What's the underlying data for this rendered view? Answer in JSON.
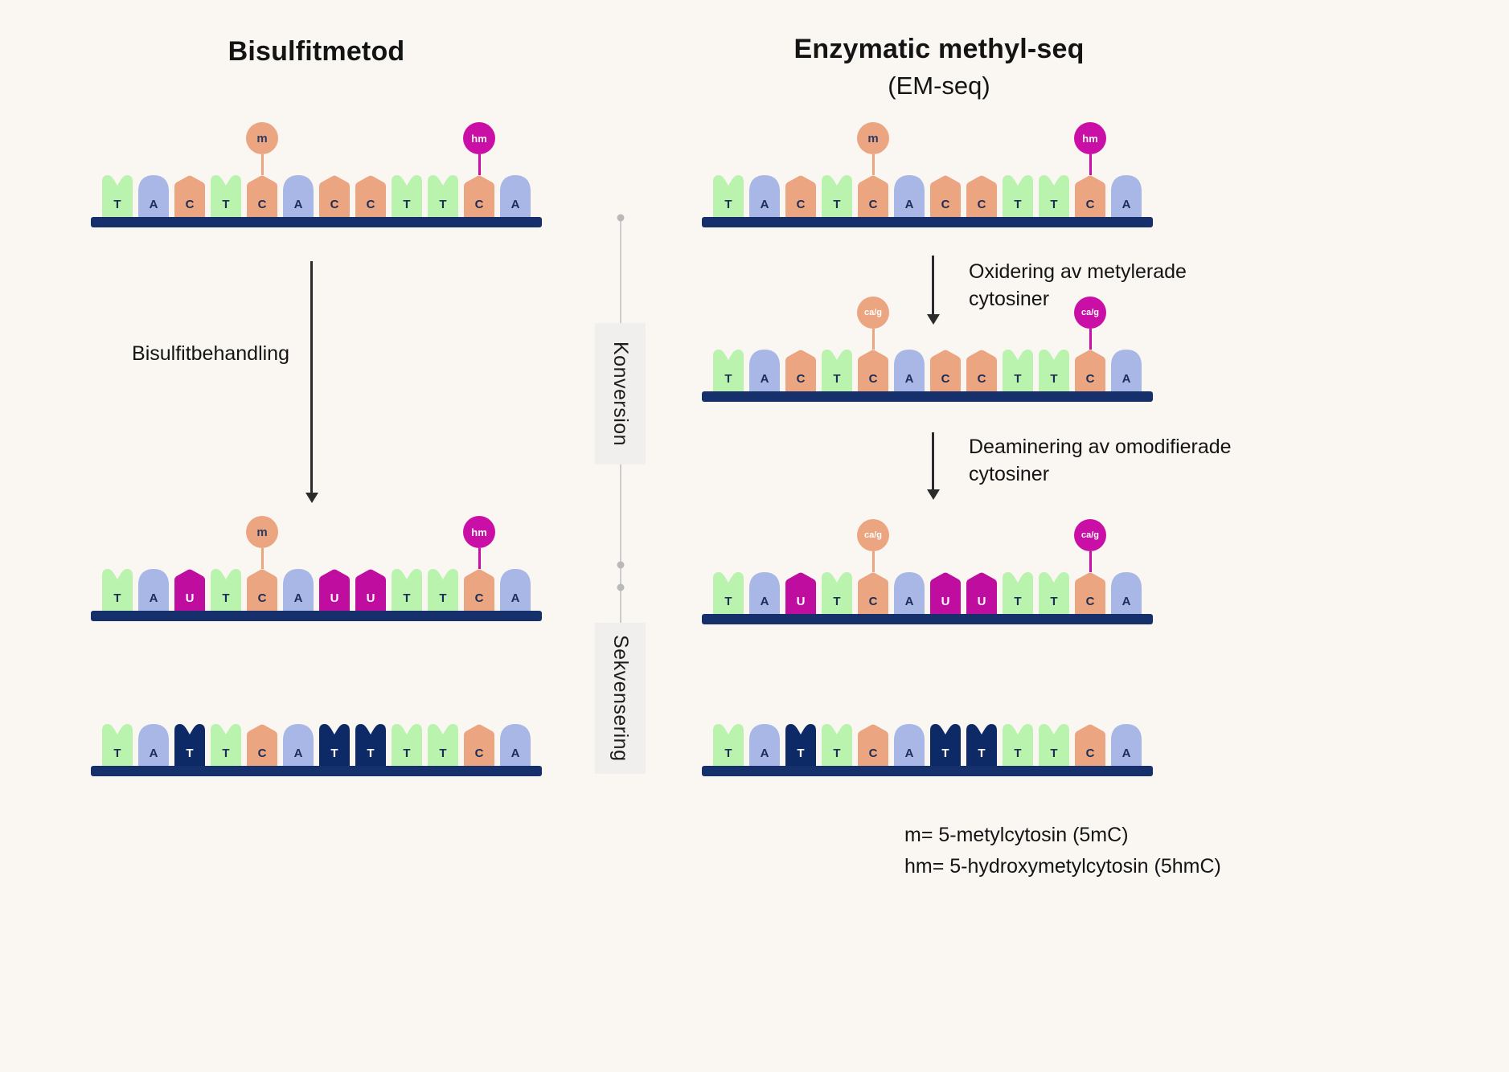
{
  "titles": {
    "left": "Bisulfitmetod",
    "right_main": "Enzymatic methyl-seq",
    "right_sub": "(EM-seq)"
  },
  "process_labels": {
    "bisulfite": "Bisulfitbehandling",
    "oxidation": "Oxidering av metylerade cytosiner",
    "deamination": "Deaminering av omodifierade cytosiner"
  },
  "pipeline_steps": {
    "conversion": "Konversion",
    "sequencing": "Sekvensering"
  },
  "legend": {
    "m": "m= 5-metylcytosin (5mC)",
    "hm": "hm= 5-hydroxymetylcytosin (5hmC)"
  },
  "palette": {
    "background": "#faf7f2",
    "backbone": "#16306b",
    "base_T": "#b9f3ae",
    "base_A": "#a9b7e6",
    "base_C": "#eba580",
    "base_U": "#bf0da0",
    "base_T_dark": "#0e2a66",
    "letter_dark": "#1c2c55",
    "letter_light": "#ffffff",
    "arrow": "#2b2b2b",
    "divider": "#cccccc",
    "step_box": "#f0efed"
  },
  "mod_kinds": {
    "m": {
      "fill": "#eba580",
      "text_color": "#2b3a63",
      "font_size": 15
    },
    "hm": {
      "fill": "#c90fa5",
      "text_color": "#ffffff",
      "font_size": 13
    },
    "cag_m": {
      "fill": "#eba580",
      "text_color": "#ffffff",
      "font_size": 11
    },
    "cag_hm": {
      "fill": "#c90fa5",
      "text_color": "#ffffff",
      "font_size": 11
    }
  },
  "strands": {
    "bis1": {
      "bases": [
        "T",
        "A",
        "C",
        "T",
        "C",
        "A",
        "C",
        "C",
        "T",
        "T",
        "C",
        "A"
      ],
      "mods": [
        {
          "i": 4,
          "label": "m",
          "kind": "m"
        },
        {
          "i": 10,
          "label": "hm",
          "kind": "hm"
        }
      ]
    },
    "bis2": {
      "bases": [
        "T",
        "A",
        "U",
        "T",
        "C",
        "A",
        "U",
        "U",
        "T",
        "T",
        "C",
        "A"
      ],
      "mods": [
        {
          "i": 4,
          "label": "m",
          "kind": "m"
        },
        {
          "i": 10,
          "label": "hm",
          "kind": "hm"
        }
      ]
    },
    "bis3": {
      "bases": [
        "T",
        "A",
        "D",
        "T",
        "C",
        "A",
        "D",
        "D",
        "T",
        "T",
        "C",
        "A"
      ],
      "mods": []
    },
    "em1": {
      "bases": [
        "T",
        "A",
        "C",
        "T",
        "C",
        "A",
        "C",
        "C",
        "T",
        "T",
        "C",
        "A"
      ],
      "mods": [
        {
          "i": 4,
          "label": "m",
          "kind": "m"
        },
        {
          "i": 10,
          "label": "hm",
          "kind": "hm"
        }
      ]
    },
    "em2": {
      "bases": [
        "T",
        "A",
        "C",
        "T",
        "C",
        "A",
        "C",
        "C",
        "T",
        "T",
        "C",
        "A"
      ],
      "mods": [
        {
          "i": 4,
          "label": "ca/g",
          "kind": "cag_m"
        },
        {
          "i": 10,
          "label": "ca/g",
          "kind": "cag_hm"
        }
      ]
    },
    "em3": {
      "bases": [
        "T",
        "A",
        "U",
        "T",
        "C",
        "A",
        "U",
        "U",
        "T",
        "T",
        "C",
        "A"
      ],
      "mods": [
        {
          "i": 4,
          "label": "ca/g",
          "kind": "cag_m"
        },
        {
          "i": 10,
          "label": "ca/g",
          "kind": "cag_hm"
        }
      ]
    },
    "em4": {
      "bases": [
        "T",
        "A",
        "D",
        "T",
        "C",
        "A",
        "D",
        "D",
        "T",
        "T",
        "C",
        "A"
      ],
      "mods": []
    }
  }
}
